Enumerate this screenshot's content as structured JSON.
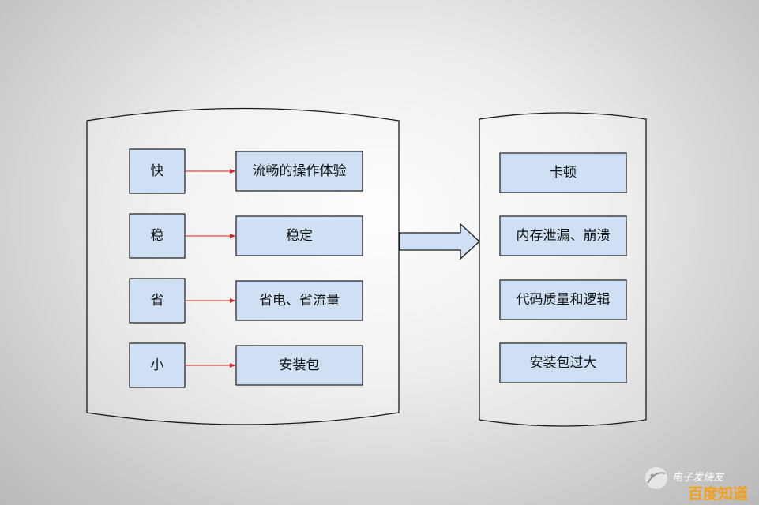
{
  "left_group": {
    "keys": [
      "快",
      "稳",
      "省",
      "小"
    ],
    "descriptions": [
      "流畅的操作体验",
      "稳定",
      "省电、省流量",
      "安装包"
    ]
  },
  "right_group": {
    "problems": [
      "卡顿",
      "内存泄漏、崩溃",
      "代码质量和逻辑",
      "安装包过大"
    ]
  },
  "watermark": {
    "line1": "电子发烧友",
    "line2": "百度知道"
  },
  "colors": {
    "box_fill": "#cfe0f4",
    "connector": "#d42020",
    "watermark_accent": "#f3a11a"
  }
}
